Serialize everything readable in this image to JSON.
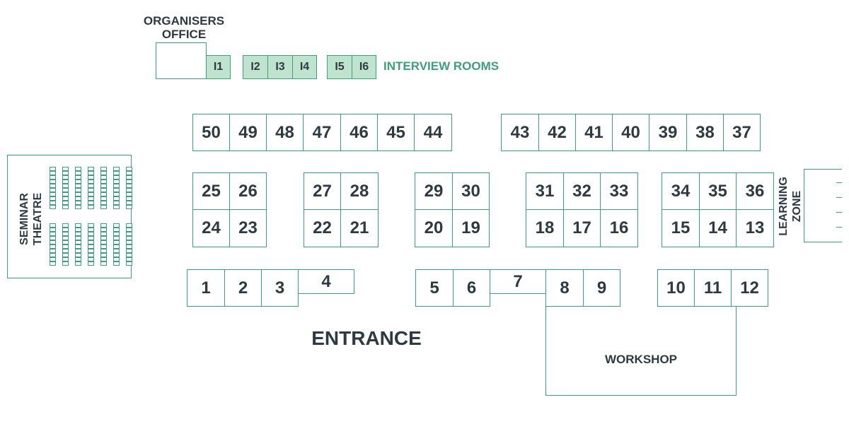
{
  "labels": {
    "organisers_office_line1": "ORGANISERS",
    "organisers_office_line2": "OFFICE",
    "interview_rooms": "INTERVIEW ROOMS",
    "seminar_line1": "SEMINAR",
    "seminar_line2": "THEATRE",
    "learning_line1": "LEARNING",
    "learning_line2": "ZONE",
    "entrance": "ENTRANCE",
    "workshop": "WORKSHOP"
  },
  "rooms": [
    "I1",
    "I2",
    "I3",
    "I4",
    "I5",
    "I6"
  ],
  "stands": {
    "s1": "1",
    "s2": "2",
    "s3": "3",
    "s4": "4",
    "s5": "5",
    "s6": "6",
    "s7": "7",
    "s8": "8",
    "s9": "9",
    "s10": "10",
    "s11": "11",
    "s12": "12",
    "s13": "13",
    "s14": "14",
    "s15": "15",
    "s16": "16",
    "s17": "17",
    "s18": "18",
    "s19": "19",
    "s20": "20",
    "s21": "21",
    "s22": "22",
    "s23": "23",
    "s24": "24",
    "s25": "25",
    "s26": "26",
    "s27": "27",
    "s28": "28",
    "s29": "29",
    "s30": "30",
    "s31": "31",
    "s32": "32",
    "s33": "33",
    "s34": "34",
    "s35": "35",
    "s36": "36",
    "s37": "37",
    "s38": "38",
    "s39": "39",
    "s40": "40",
    "s41": "41",
    "s42": "42",
    "s43": "43",
    "s44": "44",
    "s45": "45",
    "s46": "46",
    "s47": "47",
    "s48": "48",
    "s49": "49",
    "s50": "50"
  },
  "colors": {
    "accent": "#3f9e7b",
    "room_fill": "#bfe3cf",
    "text": "#2d3a42"
  }
}
